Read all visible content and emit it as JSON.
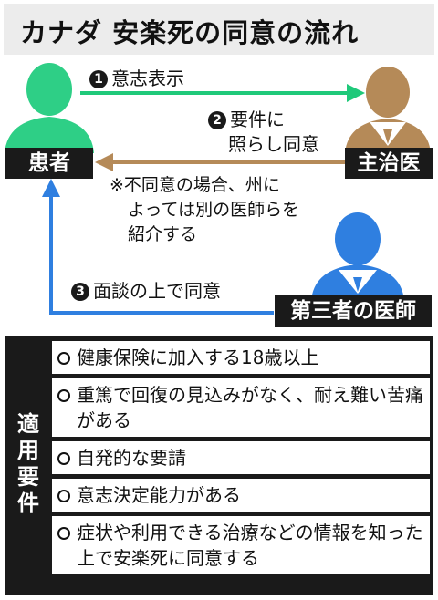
{
  "title": "カナダ 安楽死の同意の流れ",
  "colors": {
    "patient": "#2ecf86",
    "doctor": "#b58a58",
    "third_party": "#2f7fe0",
    "arrow_green": "#1fc97a",
    "arrow_brown": "#b58a58",
    "arrow_blue": "#2f7fe0"
  },
  "nodes": {
    "patient": "患者",
    "doctor": "主治医",
    "third_party": "第三者の医師"
  },
  "steps": {
    "step1": {
      "num": "1",
      "text": "意志表示"
    },
    "step2": {
      "num": "2",
      "line1": "要件に",
      "line2": "照らし同意"
    },
    "step3": {
      "num": "3",
      "text": "面談の上で同意"
    }
  },
  "note": {
    "line1": "※不同意の場合、州に",
    "line2": "よっては別の医師らを",
    "line3": "紹介する"
  },
  "requirements": {
    "heading": "適用要件",
    "items": [
      "健康保険に加入する18歳以上",
      "重篤で回復の見込みがなく、耐え難い苦痛がある",
      "自発的な要請",
      "意志決定能力がある",
      "症状や利用できる治療などの情報を知った上で安楽死に同意する"
    ]
  }
}
